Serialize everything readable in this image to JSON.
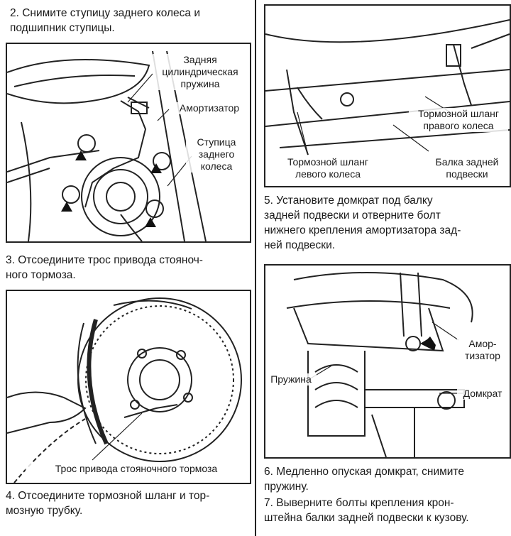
{
  "left": {
    "step2": [
      "2. Снимите ступицу заднего колеса и",
      "подшипник ступицы."
    ],
    "fig1": {
      "labels": {
        "spring": [
          "Задняя",
          "цилиндрическая",
          "пружина"
        ],
        "shock": "Амортизатор",
        "hub": [
          "Ступица",
          "заднего",
          "колеса"
        ]
      }
    },
    "step3": [
      "3. Отсоедините трос привода стояноч-",
      "ного тормоза."
    ],
    "fig2": {
      "cable_label": "Трос привода стояночного тормоза"
    },
    "step4": [
      "4. Отсоедините тормозной шланг и тор-",
      "мозную трубку."
    ]
  },
  "right": {
    "fig3": {
      "labels": {
        "right_hose": [
          "Тормозной шланг",
          "правого колеса"
        ],
        "left_hose": [
          "Тормозной шланг",
          "левого колеса"
        ],
        "beam": [
          "Балка задней",
          "подвески"
        ]
      }
    },
    "step5": [
      "5. Установите домкрат под балку",
      "задней подвески и отверните болт",
      "нижнего крепления амортизатора зад-",
      "ней подвески."
    ],
    "fig4": {
      "labels": {
        "shock": [
          "Амор-",
          "тизатор"
        ],
        "spring": "Пружина",
        "jack": "Домкрат"
      }
    },
    "step6": [
      "6. Медленно опуская домкрат, снимите",
      "пружину."
    ],
    "step7": [
      "7. Выверните болты крепления крон-",
      "штейна балки задней подвески к кузову."
    ]
  }
}
